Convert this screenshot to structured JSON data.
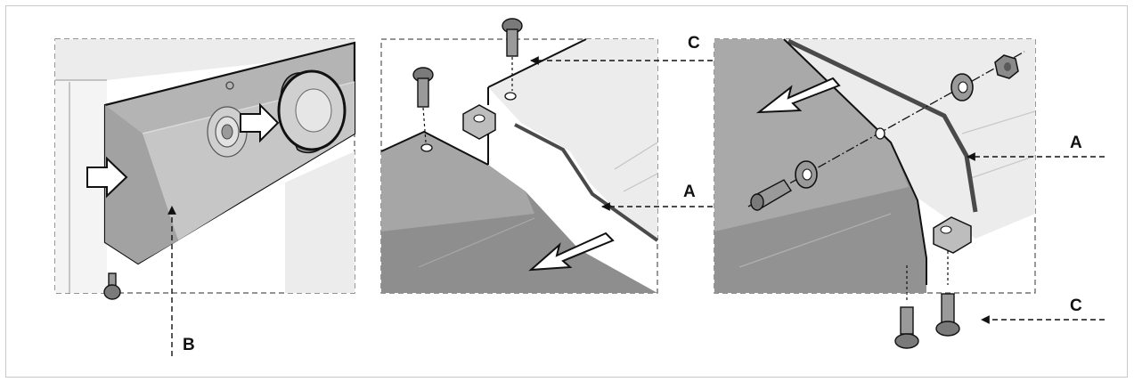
{
  "colors": {
    "panel_dark": "#8c8c8c",
    "panel_mid": "#b4b4b4",
    "panel_light": "#d6d6d6",
    "panel_pale": "#ececec",
    "outline": "#111111",
    "dashed_frame": "#555555",
    "gasket": "#4a4a4a"
  },
  "icons": [
    "arrow-right-icon",
    "arrow-down-left-icon",
    "screw-icon",
    "nut-icon",
    "washer-icon",
    "knob-icon",
    "bracket-icon"
  ],
  "callouts": {
    "a_middle": "A",
    "a_right": "A",
    "b": "B",
    "c_top": "C",
    "c_bottom": "C"
  }
}
